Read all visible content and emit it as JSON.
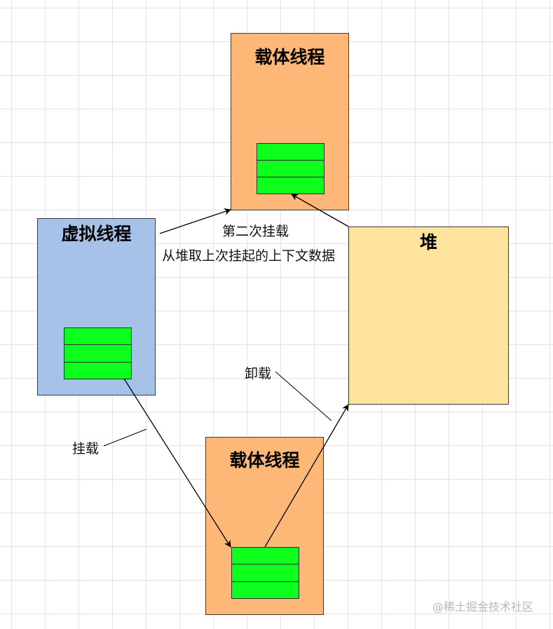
{
  "colors": {
    "carrier_fill": "#fdb777",
    "virtual_fill": "#a7c2e8",
    "heap_fill": "#fee39d",
    "stack_frame_fill": "#0dff1d",
    "grid_line": "#e3e3e3"
  },
  "nodes": {
    "carrier_top": {
      "title": "载体线程",
      "frames": 3
    },
    "virtual_thread": {
      "title": "虚拟线程",
      "frames": 3
    },
    "heap": {
      "title": "堆"
    },
    "carrier_bottom": {
      "title": "载体线程",
      "frames": 3
    }
  },
  "edges": {
    "mount": {
      "label": "挂载"
    },
    "unmount": {
      "label": "卸载"
    },
    "second_mount": {
      "label": "第二次挂载",
      "sublabel": "从堆取上次挂起的上下文数据"
    }
  },
  "watermark": "@稀土掘金技术社区"
}
